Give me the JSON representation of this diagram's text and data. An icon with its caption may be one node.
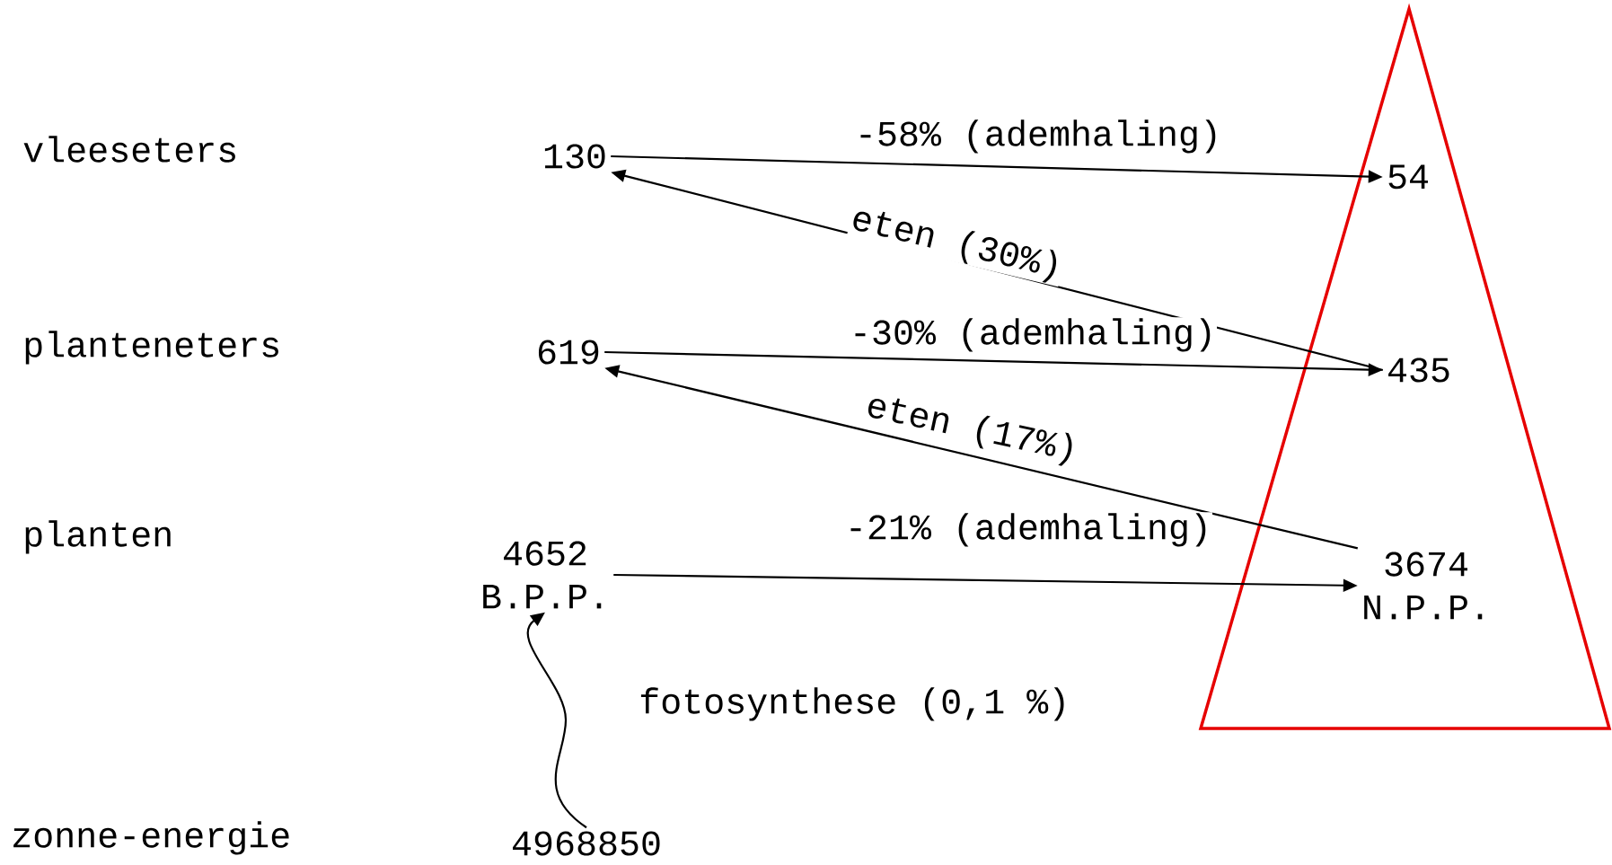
{
  "diagram": {
    "nodes": [
      {
        "text": [
          "130"
        ]
      },
      {
        "text": [
          "54"
        ]
      },
      {
        "text": [
          "619"
        ]
      },
      {
        "text": [
          "435"
        ]
      },
      {
        "text": [
          "4652",
          "B.P.P."
        ]
      },
      {
        "text": [
          "3674",
          "N.P.P."
        ]
      },
      {
        "text": [
          "4968850"
        ]
      }
    ],
    "edges": [
      {
        "from": 0,
        "to": 1,
        "arrow": "to",
        "label": "-58% (ademhaling)"
      },
      {
        "from": 3,
        "to": 0,
        "arrow": "to",
        "label": "eten (30%)"
      },
      {
        "from": 2,
        "to": 3,
        "arrow": "to",
        "label": "-30% (ademhaling)"
      },
      {
        "from": 5,
        "to": 2,
        "arrow": "to",
        "label": "eten (17%)"
      },
      {
        "from": 4,
        "to": 5,
        "arrow": "to",
        "label": "-21% (ademhaling)"
      },
      {
        "from": 6,
        "to": 4,
        "arrow": "to",
        "label": "fotosynthese (0,1 %)"
      }
    ],
    "labels": [
      "vleeseters",
      "planteneters",
      "planten",
      "zonne-energie"
    ]
  }
}
